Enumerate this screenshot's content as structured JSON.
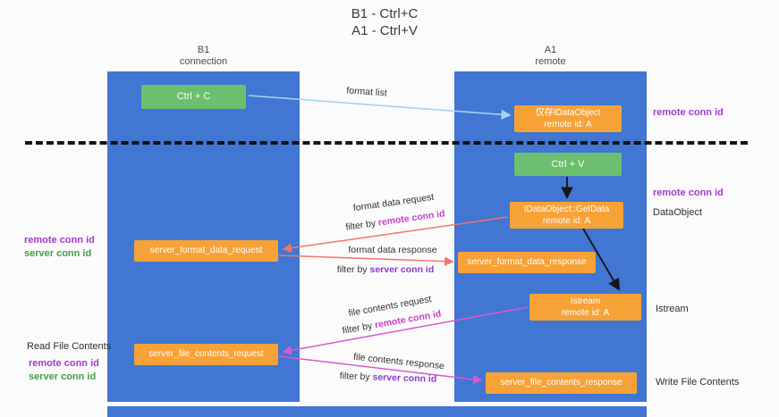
{
  "title": {
    "line1": "B1 - Ctrl+C",
    "line2": "A1 - Ctrl+V"
  },
  "lanes": {
    "left": {
      "name": "B1",
      "subtitle": "connection"
    },
    "right": {
      "name": "A1",
      "subtitle": "remote"
    }
  },
  "boxes": {
    "ctrl_c": {
      "label": "Ctrl + C"
    },
    "ctrl_v": {
      "label": "Ctrl + V"
    },
    "idataobject_cache": {
      "line1": "仅存IDataObject",
      "line2": "remote id: A"
    },
    "getdata": {
      "line1": "IDataObject::GetData",
      "line2": "remote id: A"
    },
    "istream": {
      "line1": "Istream",
      "line2": "remote id: A"
    },
    "server_format_data_request": {
      "label": "server_format_data_request"
    },
    "server_format_data_response": {
      "label": "server_format_data_response"
    },
    "server_file_contents_request": {
      "label": "server_file_contents_request"
    },
    "server_file_contents_response": {
      "label": "server_file_contents_response"
    }
  },
  "arrows": {
    "format_list": {
      "label": "format list",
      "color": "#a6d4ef"
    },
    "format_data_request": {
      "label": "format data request",
      "filter_prefix": "filter by ",
      "filter_key": "remote conn id",
      "color": "#f2756b"
    },
    "format_data_response": {
      "label": "format data response",
      "filter_prefix": "filter by ",
      "filter_key": "server conn id",
      "color": "#f2756b"
    },
    "file_contents_request": {
      "label": "file contents request",
      "filter_prefix": "filter by ",
      "filter_key": "remote conn id",
      "color": "#d958cf"
    },
    "file_contents_response": {
      "label": "file contents response",
      "filter_prefix": "filter by ",
      "filter_key": "server conn id",
      "color": "#d958cf"
    }
  },
  "side_labels": {
    "right_top_remote_conn_id": "remote conn id",
    "right_mid_remote_conn_id": "remote conn id",
    "dataobject": "DataObject",
    "istream": "Istream",
    "write_file_contents": "Write File Contents",
    "left_remote_conn_id_1": "remote conn id",
    "left_server_conn_id_1": "server conn id",
    "read_file_contents": "Read File Contents",
    "left_remote_conn_id_2": "remote conn id",
    "left_server_conn_id_2": "server conn id"
  },
  "colors": {
    "lane_blue": "#4176d2",
    "box_green": "#6cbf6e",
    "box_orange": "#f7a237",
    "remote_conn_purple": "#a03ccc",
    "server_conn_green": "#43a047",
    "filter_remote_magenta": "#c93fc9",
    "filter_server_purple": "#8a3ad6",
    "arrow_blue": "#a6d4ef",
    "arrow_red": "#f2756b",
    "arrow_magenta": "#d958cf",
    "dashed_line": "#141414"
  }
}
